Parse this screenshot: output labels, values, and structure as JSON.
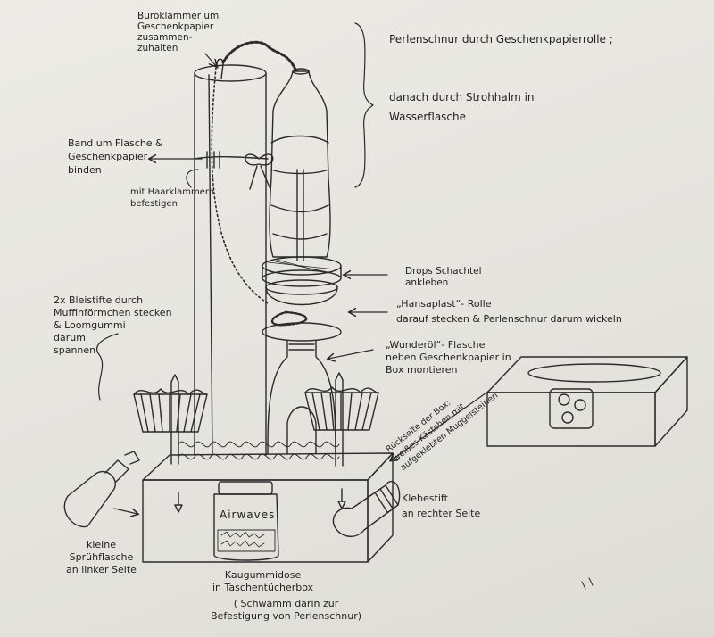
{
  "labels": {
    "bueroklammer": "Büroklammer um\nGeschenkpapier\nzusammen-\nzuhalten",
    "perlenschnur_1": "Perlenschnur durch Geschenkpapierrolle ;",
    "perlenschnur_2": "danach durch Strohhalm in\nWasserflasche",
    "band": "Band um Flasche &\nGeschenkpapier\nbinden",
    "haarklammern": "mit Haarklammern\nbefestigen",
    "drops": "Drops Schachtel\nankleben",
    "hansaplast": "„Hansaplast“- Rolle\ndarauf stecken & Perlenschnur darum wickeln",
    "bleistifte": "2x Bleistifte durch\nMuffinförmchen stecken\n& Loomgummi\ndarum\nspannen",
    "wunderoel": "„Wunderöl“- Flasche\nneben Geschenkpapier in\nBox montieren",
    "rueckseite": "Rückseite der Box:\nweißes Kästchen mit\naufgeklebten Muggelsteinen",
    "klebestift": "Klebestift\nan rechter Seite",
    "spruehflasche": "kleine\nSprühflasche\nan linker Seite",
    "kaugummi": "Kaugummidose\nin Taschentücherbox",
    "schwamm": "( Schwamm darin zur\nBefestigung von Perlenschnur)",
    "airwaves": "Airwaves"
  }
}
